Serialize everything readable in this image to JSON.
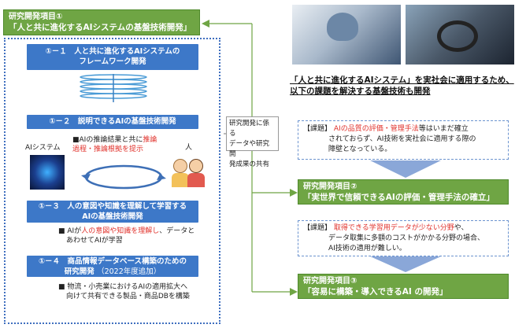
{
  "item1": {
    "label": "研究開発項目①",
    "title": "「人と共に進化するAIシステムの基盤技術開発」"
  },
  "sub11": {
    "lines": [
      "①－１　人と共に進化するAIシステムの",
      "フレームワーク開発"
    ]
  },
  "sub12": {
    "title": "①－２　説明できるAIの基盤技術開発",
    "ai_system": "AIシステム",
    "human": "人",
    "bullet_pre": "■AIの推論結果と共に",
    "bullet_red1": "推論",
    "bullet_red2": "過程・推論根拠を提示"
  },
  "sub13": {
    "lines": [
      "①－３　人の意図や知識を理解して学習する",
      "AIの基盤技術開発"
    ],
    "b_pre": "■ AIが",
    "b_red": "人の意図や知識を理解し",
    "b_post": "、データと",
    "b_line2": "あわせてAIが学習"
  },
  "sub14": {
    "title": "①－４　商品情報データベース構築のための",
    "title2_pre": "研究開発",
    "title2_note": "（2022年度追加）",
    "b_line1": "■ 物流・小売業におけるAIの適用拡大へ",
    "b_line2": "向けて共有できる製品・商品DBを構築"
  },
  "share_box": {
    "lines": [
      "研究開発に係る",
      "データや研究開",
      "発成果の共有"
    ]
  },
  "headline": {
    "lines": [
      "「人と共に進化するAIシステム」を実社会に適用するため、",
      "以下の課題を解決する基盤技術も開発"
    ]
  },
  "issue2": {
    "tag": "【課題】",
    "red": "AIの品質の評価・管理手法",
    "post": "等はいまだ確立",
    "line2": "されておらず、AI技術を実社会に適用する際の",
    "line3": "障壁となっている。"
  },
  "item2": {
    "label": "研究開発項目②",
    "title": "「実世界で信頼できるAIの評価・管理手法の確立」"
  },
  "issue3": {
    "tag": "【課題】",
    "red": "取得できる学習用データが少ない分野",
    "post": "や、",
    "line2": "データ取集に多額のコストがかかる分野の場合、",
    "line3": "AI技術の適用が難しい。"
  },
  "item3": {
    "label": "研究開発項目③",
    "title": "「容易に構築・導入できるAI の開発」"
  },
  "colors": {
    "green": "#6fa544",
    "blue": "#3d78c8",
    "red": "#e0302a",
    "dotted": "#3f6fbf"
  }
}
